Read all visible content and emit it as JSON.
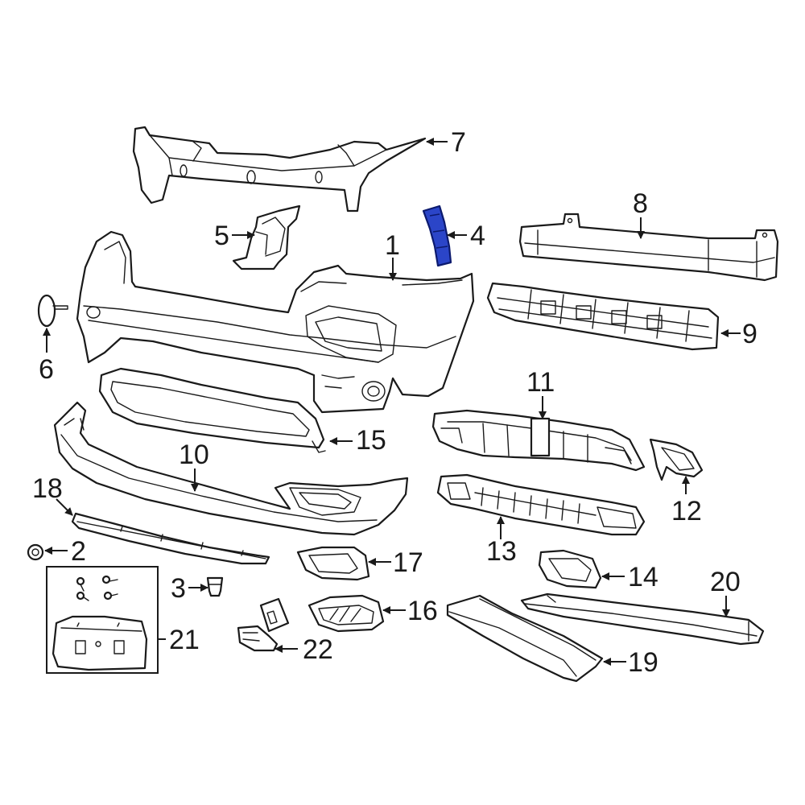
{
  "diagram": {
    "highlight_color": "#2b45c8",
    "highlighted_part": "4",
    "callouts": {
      "c1": "1",
      "c2": "2",
      "c3": "3",
      "c4": "4",
      "c5": "5",
      "c6": "6",
      "c7": "7",
      "c8": "8",
      "c9": "9",
      "c10": "10",
      "c11": "11",
      "c12": "12",
      "c13": "13",
      "c14": "14",
      "c15": "15",
      "c16": "16",
      "c17": "17",
      "c18": "18",
      "c19": "19",
      "c20": "20",
      "c21": "21",
      "c22": "22"
    }
  }
}
